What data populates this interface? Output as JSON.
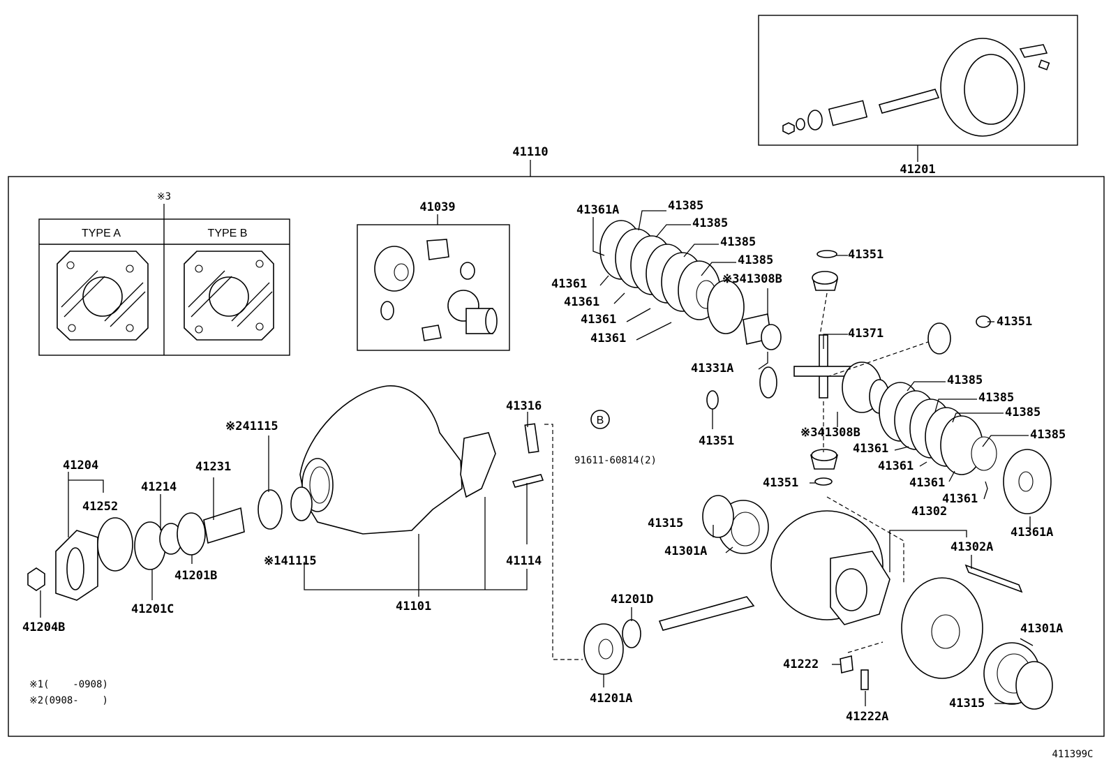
{
  "diagram": {
    "code": "411399C",
    "assembly_label": "41110",
    "inset_label": "41201",
    "kit_label": "41039",
    "gasket_mark": "※3",
    "type_a": "TYPE A",
    "type_b": "TYPE B",
    "bolt_ref_letter": "B",
    "bolt_ref_text": "91611-60814(2)",
    "notes": [
      "※1(    -0908)",
      "※2(0908-    )"
    ]
  },
  "labels": {
    "l41361A_top": "41361A",
    "l41385_1": "41385",
    "l41385_2": "41385",
    "l41385_3": "41385",
    "l41385_4": "41385",
    "l41361_1": "41361",
    "l41361_2": "41361",
    "l41361_3": "41361",
    "l41361_4": "41361",
    "l41308B_top": "※341308B",
    "l41351_1": "41351",
    "l41351_2": "41351",
    "l41351_3": "41351",
    "l41351_4": "41351",
    "l41371": "41371",
    "l41331A": "41331A",
    "l41385_5": "41385",
    "l41385_6": "41385",
    "l41385_7": "41385",
    "l41385_8": "41385",
    "l41308B_bot": "※341308B",
    "l41361_5": "41361",
    "l41361_6": "41361",
    "l41361_7": "41361",
    "l41361_8": "41361",
    "l41361A_bot": "41361A",
    "l41316": "41316",
    "l41115_top": "※241115",
    "l41115_bot": "※141115",
    "l41114": "41114",
    "l41101": "41101",
    "l41204": "41204",
    "l41252": "41252",
    "l41214": "41214",
    "l41231": "41231",
    "l41201B": "41201B",
    "l41201C": "41201C",
    "l41204B": "41204B",
    "l41315_top": "41315",
    "l41301A_top": "41301A",
    "l41302": "41302",
    "l41302A": "41302A",
    "l41201D": "41201D",
    "l41201A": "41201A",
    "l41222": "41222",
    "l41222A": "41222A",
    "l41301A_bot": "41301A",
    "l41315_bot": "41315"
  }
}
